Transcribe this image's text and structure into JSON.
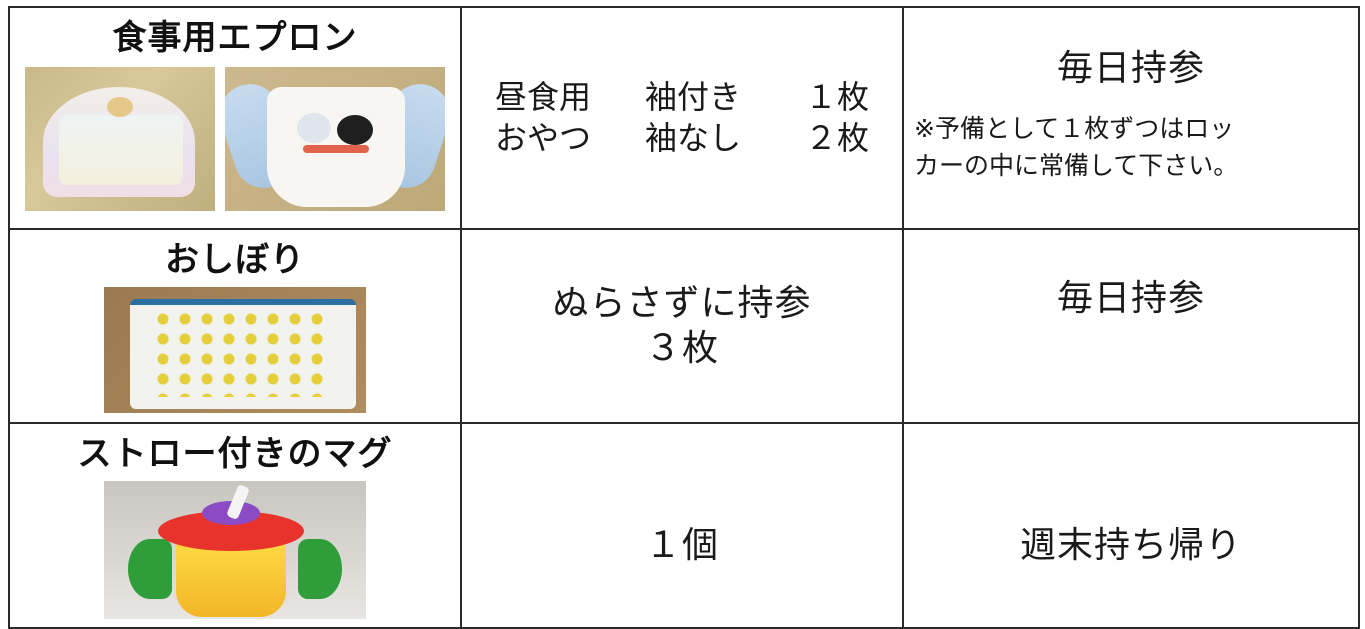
{
  "items": [
    {
      "name": "食事用エプロン",
      "photo_icons": [
        "folded-bib-photo",
        "sleeved-bib-photo"
      ],
      "quantity_lines": [
        {
          "use": "昼食用",
          "type": "袖付き",
          "count": "１枚"
        },
        {
          "use": "おやつ",
          "type": "袖なし",
          "count": "２枚"
        }
      ],
      "frequency": "毎日持参",
      "note_lines": [
        "※予備として１枚ずつはロッ",
        "カーの中に常備して下さい。"
      ]
    },
    {
      "name": "おしぼり",
      "photo_icons": [
        "towel-photo"
      ],
      "quantity_lines": [
        "ぬらさずに持参",
        "３枚"
      ],
      "frequency": "毎日持参"
    },
    {
      "name": "ストロー付きのマグ",
      "photo_icons": [
        "straw-mug-photo"
      ],
      "quantity": "１個",
      "frequency": "週末持ち帰り"
    }
  ]
}
